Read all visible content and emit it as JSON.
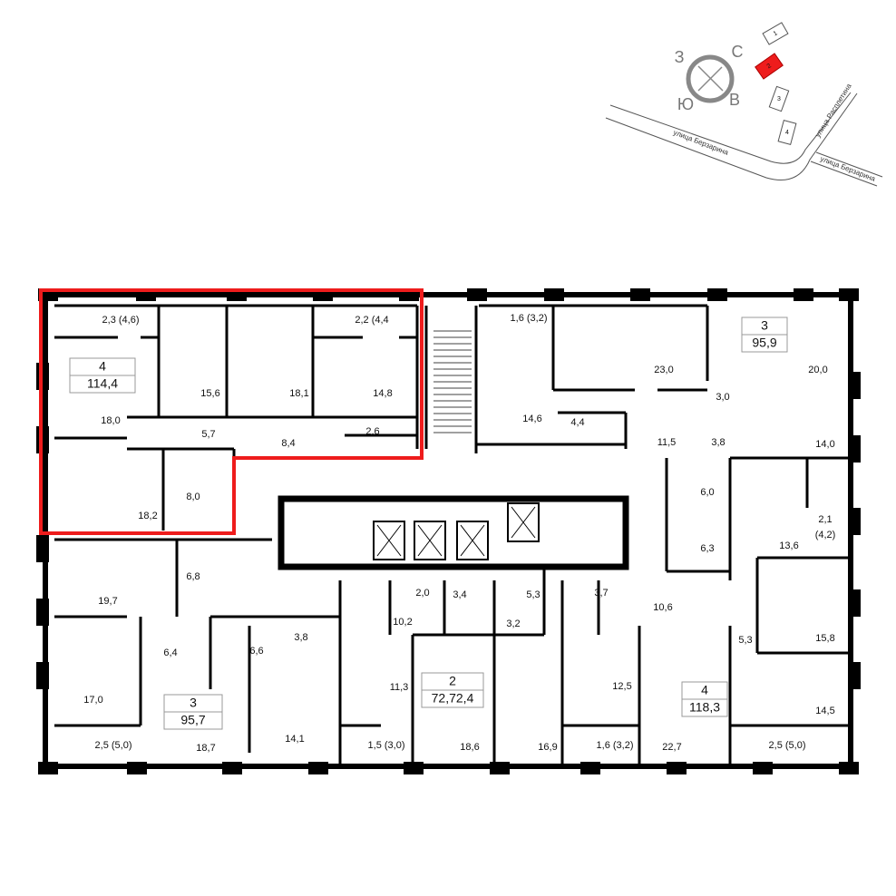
{
  "selection_color": "#ee1c1c",
  "compass": {
    "north": "С",
    "west": "З",
    "south": "Ю",
    "east": "В"
  },
  "site_plan": {
    "buildings": [
      "1",
      "2",
      "3",
      "4"
    ],
    "selected_building": "2",
    "streets": [
      "улица Берзарина",
      "улица Расплетина",
      "улица Берзарина"
    ]
  },
  "apartments": [
    {
      "rooms": "4",
      "area": "114,4",
      "selected": true
    },
    {
      "rooms": "3",
      "area": "95,9"
    },
    {
      "rooms": "3",
      "area": "95,7"
    },
    {
      "rooms": "2",
      "area": "72,72,4"
    },
    {
      "rooms": "4",
      "area": "118,3"
    }
  ],
  "room_areas": [
    "2,3 (4,6)",
    "15,6",
    "18,1",
    "2,2 (4,4",
    "14,8",
    "18,0",
    "5,7",
    "8,4",
    "2,6",
    "8,0",
    "18,2",
    "1,6 (3,2)",
    "23,0",
    "20,0",
    "14,6",
    "4,4",
    "3,0",
    "11,5",
    "3,8",
    "14,0",
    "6,0",
    "6,3",
    "13,6",
    "2,1",
    "(4,2)",
    "6,8",
    "19,7",
    "2,0",
    "3,4",
    "5,3",
    "3,7",
    "10,6",
    "10,2",
    "3,2",
    "6,4",
    "6,6",
    "3,8",
    "5,3",
    "15,8",
    "17,0",
    "11,3",
    "12,5",
    "14,5",
    "2,5 (5,0)",
    "18,7",
    "14,1",
    "1,5 (3,0)",
    "18,6",
    "16,9",
    "1,6 (3,2)",
    "22,7",
    "2,5 (5,0)"
  ]
}
